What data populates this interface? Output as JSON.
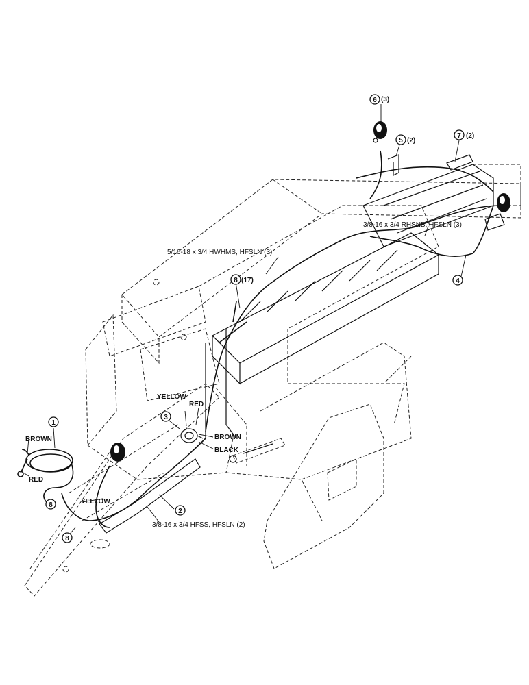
{
  "callouts": {
    "c1": "1",
    "c2": "2",
    "c3": "3",
    "c4": "4",
    "c5": "5",
    "c6": "6",
    "c7": "7",
    "c8a": "8",
    "c8b": "8",
    "c8c": "8"
  },
  "quantities": {
    "q5": "(2)",
    "q6": "(3)",
    "q7": "(2)",
    "q8": "(17)"
  },
  "hardware": {
    "h_top": "5/16-18 x 3/4 HWHMS, HFSLN (3)",
    "h_right": "3/8-16 x 3/4 RHSNB, HFSLN (3)",
    "h_bottom": "3/8-16 x 3/4 HFSS, HFSLN (2)"
  },
  "wire_colors": {
    "yellow_top": "YELLOW",
    "red_top": "RED",
    "brown_mid": "BROWN",
    "black_mid": "BLACK",
    "brown_left": "BROWN",
    "red_left": "RED",
    "yellow_left": "YELLOW"
  }
}
